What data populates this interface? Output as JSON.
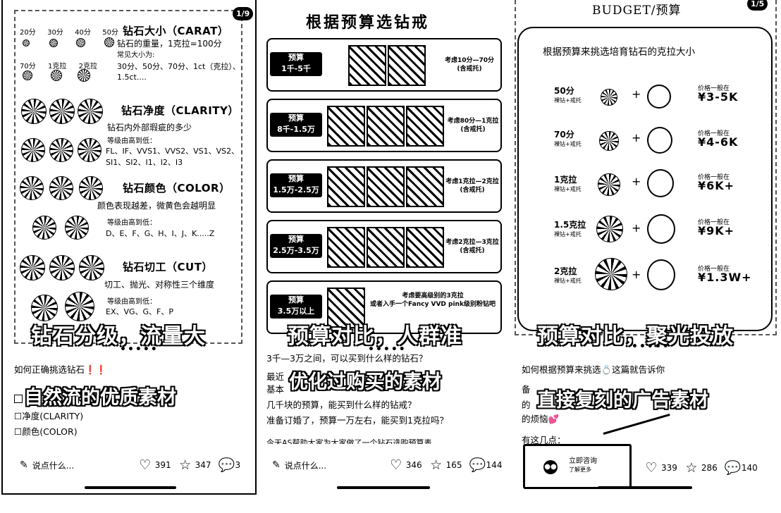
{
  "panels": [
    {
      "pager": "1/9",
      "heading_carat": "钻石大小（CARAT）",
      "carat_desc": [
        "钻石的重量，1克拉=100分",
        "常见大小为:",
        "30分、50分、70分、1ct（克拉）、",
        "1.5ct...."
      ],
      "carat_sizes_top": [
        "20分",
        "30分",
        "40分",
        "50分"
      ],
      "carat_sizes_bottom": [
        "70分",
        "1克拉",
        "2克拉"
      ],
      "heading_clarity": "钻石净度（CLARITY）",
      "clarity_desc": "钻石内外部瑕疵的多少",
      "clarity_grade_title": "等级由高到低：",
      "clarity_grades": [
        "FL、IF、VVS1、VVS2、VS1、VS2、",
        "SI1、SI2、I1、I2、I3"
      ],
      "heading_color": "钻石颜色（COLOR）",
      "color_desc": "颜色表现越差，微黄色会越明显",
      "color_grade_title": "等级由高到低：",
      "color_grades": "D、E、F、G、H、I、J、K.....Z",
      "heading_cut": "钻石切工（CUT）",
      "cut_desc": "切工、抛光、对称性三个维度",
      "cut_grade_title": "等级由高到低：",
      "cut_grades": "EX、VG、G、F、P",
      "caption_top": "钻石分级，流量大",
      "caption_bottom": "自然流的优质素材",
      "post_lines": [
        "如何正确挑选钻石❗❗",
        "",
        "☐",
        "☐净度(CLARITY)",
        "☐颜色(COLOR)"
      ],
      "comment_placeholder": "说点什么...",
      "likes": "391",
      "stars": "347",
      "comments": "3"
    },
    {
      "title": "根据预算选钻戒",
      "rows": [
        {
          "tag": [
            "预算",
            "1千-5千"
          ],
          "note": [
            "考虑10分—70分",
            "(含戒托)"
          ]
        },
        {
          "tag": [
            "预算",
            "8千-1.5万"
          ],
          "note": [
            "考虑80分—1克拉",
            "(含戒托)"
          ]
        },
        {
          "tag": [
            "预算",
            "1.5万-2.5万"
          ],
          "note": [
            "考虑1克拉—2克拉",
            "(含戒托)"
          ]
        },
        {
          "tag": [
            "预算",
            "2.5万-3.5万"
          ],
          "note": [
            "考虑2克拉—3克拉",
            "(含戒托)"
          ]
        },
        {
          "tag": [
            "预算",
            "3.5万以上"
          ],
          "note": [
            "考虑要高级别的3克拉",
            "或者入手一个Fancy VVD pink级别粉钻吧"
          ]
        }
      ],
      "caption_top": "预算对比，人群准",
      "caption_bottom": "优化过购买的素材",
      "post_lines": [
        "3千—3万之间，可以买到什么样的钻石？",
        "最近",
        "基本",
        "几千块的预算，能买到什么样的钻戒？",
        "准备订婚了，预算一万左右，能买到1克拉吗？",
        "今天AS帮助大家为大家做了一个钻石选购预算表"
      ],
      "comment_placeholder": "说点什么...",
      "likes": "346",
      "stars": "165",
      "comments": "144"
    },
    {
      "header": "BUDGET/预算",
      "pager": "1/5",
      "card_title": "根据预算来挑选培育钻石的克拉大小",
      "price_rows": [
        {
          "size": "50分",
          "sub": "裸钻+戒托",
          "price_label": "价格一般在",
          "price": "¥3-5K"
        },
        {
          "size": "70分",
          "sub": "裸钻+戒托",
          "price_label": "价格一般在",
          "price": "¥4-6K"
        },
        {
          "size": "1克拉",
          "sub": "裸钻+戒托",
          "price_label": "价格一般在",
          "price": "¥6K+"
        },
        {
          "size": "1.5克拉",
          "sub": "裸钻+戒托",
          "price_label": "价格一般在",
          "price": "¥9K+"
        },
        {
          "size": "2克拉",
          "sub": "裸钻+戒托",
          "price_label": "价格一般在",
          "price": "¥1.3W+"
        }
      ],
      "caption_top": "预算对比，聚光投放",
      "caption_bottom": "直接复刻的广告素材",
      "post_lines": [
        "如何根据预算来挑选💍这篇就告诉你",
        "备",
        "的",
        "的烦恼💕",
        "有这几点："
      ],
      "consult_title": "立即咨询",
      "consult_sub": "了解更多",
      "likes": "339",
      "stars": "286",
      "comments": "140"
    }
  ]
}
